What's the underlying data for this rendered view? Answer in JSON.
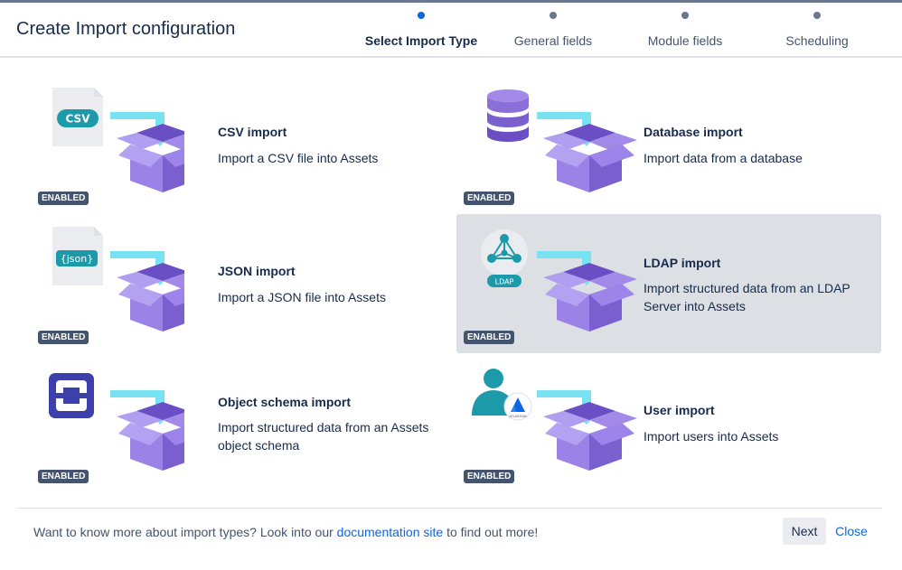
{
  "dialog": {
    "title": "Create Import configuration"
  },
  "steps": [
    {
      "label": "Select Import Type",
      "active": true
    },
    {
      "label": "General fields",
      "active": false
    },
    {
      "label": "Module fields",
      "active": false
    },
    {
      "label": "Scheduling",
      "active": false
    }
  ],
  "import_types": [
    {
      "name": "CSV import",
      "description": "Import a CSV file into Assets",
      "status": "ENABLED",
      "icon_label": "CSV",
      "icon": "csv-file-icon"
    },
    {
      "name": "Database import",
      "description": "Import data from a database",
      "status": "ENABLED",
      "icon": "database-icon"
    },
    {
      "name": "JSON import",
      "description": "Import a JSON file into Assets",
      "status": "ENABLED",
      "icon_label": "{json}",
      "icon": "json-file-icon"
    },
    {
      "name": "LDAP import",
      "description": "Import structured data from an LDAP Server into Assets",
      "status": "ENABLED",
      "icon_label": "LDAP",
      "icon": "ldap-network-icon",
      "selected": true
    },
    {
      "name": "Object schema import",
      "description": "Import structured data from an Assets object schema",
      "status": "ENABLED",
      "icon": "object-schema-icon"
    },
    {
      "name": "User import",
      "description": "Import users into Assets",
      "status": "ENABLED",
      "icon_label": "ATLASSIAN",
      "icon": "user-atlassian-icon"
    }
  ],
  "footer": {
    "text_before": "Want to know more about import types? Look into our ",
    "link": "documentation site",
    "text_after": " to find out more!",
    "next_label": "Next",
    "close_label": "Close"
  },
  "colors": {
    "accent": "#0c66e4",
    "box_purple": "#8b6fd8",
    "arrow_cyan": "#79e2f2",
    "badge": "#44546f",
    "selected_bg": "#dcdfe4"
  }
}
